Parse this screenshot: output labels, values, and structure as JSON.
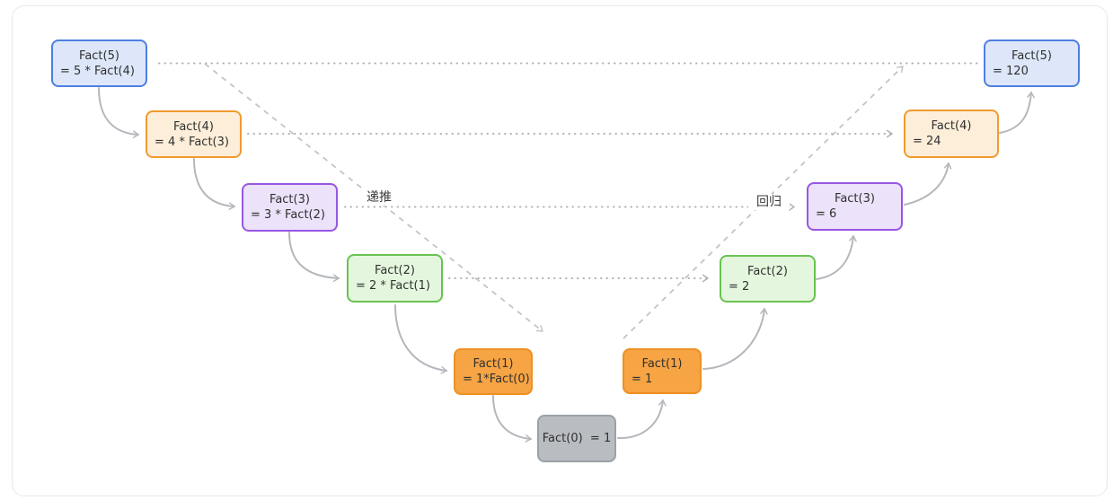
{
  "diagram": {
    "labels": {
      "descend": "递推",
      "ascend": "回归"
    },
    "nodes": [
      {
        "id": "call-fact5",
        "line1": "Fact(5)",
        "line2": "= 5 * Fact(4)",
        "palette": "blue"
      },
      {
        "id": "call-fact4",
        "line1": "Fact(4)",
        "line2": "= 4 * Fact(3)",
        "palette": "orange_light"
      },
      {
        "id": "call-fact3",
        "line1": "Fact(3)",
        "line2": "= 3 * Fact(2)",
        "palette": "purple"
      },
      {
        "id": "call-fact2",
        "line1": "Fact(2)",
        "line2": "= 2 * Fact(1)",
        "palette": "green"
      },
      {
        "id": "call-fact1",
        "line1": "Fact(1)",
        "line2": "= 1*Fact(0)",
        "palette": "orange_solid"
      },
      {
        "id": "base-fact0",
        "line1": "Fact(0)  = 1",
        "line2": "",
        "palette": "gray"
      },
      {
        "id": "return-fact1",
        "line1": "Fact(1)",
        "line2": "= 1",
        "palette": "orange_solid"
      },
      {
        "id": "return-fact2",
        "line1": "Fact(2)",
        "line2": "= 2",
        "palette": "green"
      },
      {
        "id": "return-fact3",
        "line1": "Fact(3)",
        "line2": "= 6",
        "palette": "purple"
      },
      {
        "id": "return-fact4",
        "line1": "Fact(4)",
        "line2": "= 24",
        "palette": "orange_light"
      },
      {
        "id": "return-fact5",
        "line1": "Fact(5)",
        "line2": "= 120",
        "palette": "blue"
      }
    ],
    "palette": {
      "blue": {
        "fill": "#dde7f9",
        "border": "#4e7fe1"
      },
      "orange_light": {
        "fill": "#fdeed9",
        "border": "#f09b2e"
      },
      "purple": {
        "fill": "#ece2fa",
        "border": "#9857e3"
      },
      "green": {
        "fill": "#e4f7de",
        "border": "#68c351"
      },
      "orange_solid": {
        "fill": "#f6a444",
        "border": "#ee9022"
      },
      "gray": {
        "fill": "#b9bdc2",
        "border": "#9ba1a7"
      }
    },
    "connector_color": "#b4b7bc",
    "dotted_color": "#b2b2b6",
    "dashed_color": "#c4c4c8",
    "text_color": "#303030",
    "frame_border_color": "#e7e8ec"
  }
}
